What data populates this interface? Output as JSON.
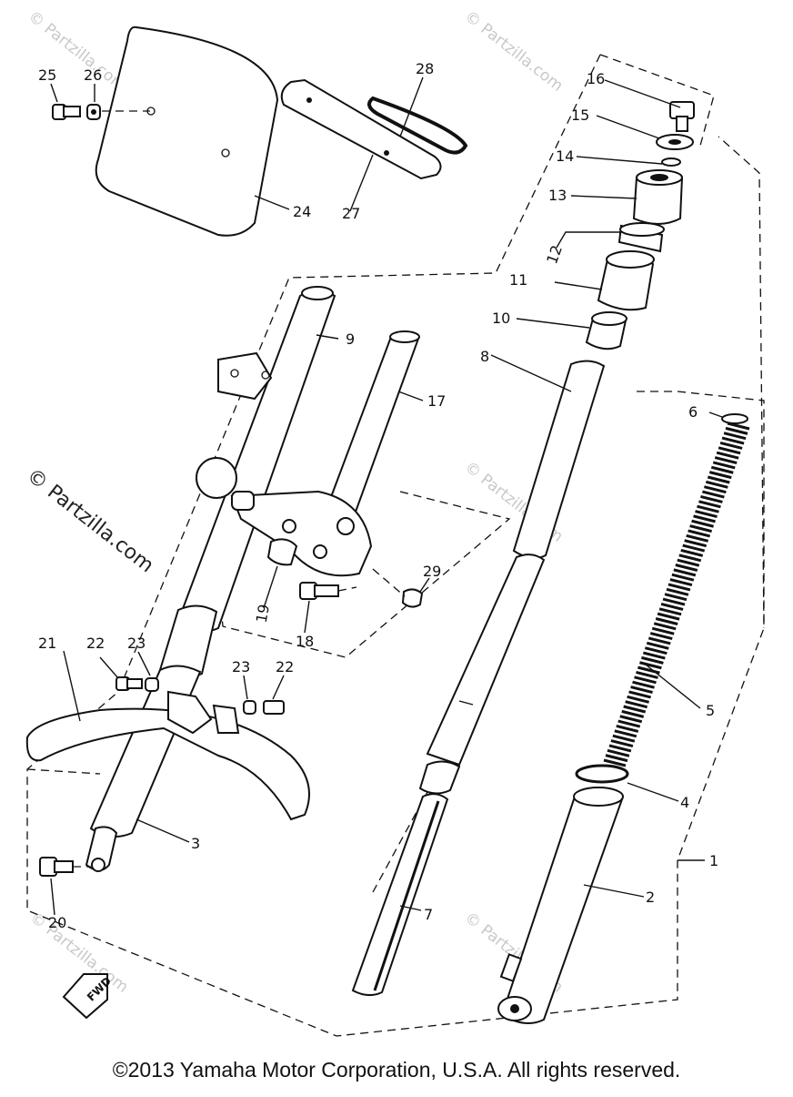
{
  "watermark": {
    "small": "© Partzilla.com",
    "large": "© Partzilla.com"
  },
  "callouts": {
    "1": "1",
    "2": "2",
    "3": "3",
    "4": "4",
    "5": "5",
    "6": "6",
    "7": "7",
    "8": "8",
    "9": "9",
    "10": "10",
    "11": "11",
    "12": "12",
    "13": "13",
    "14": "14",
    "15": "15",
    "16": "16",
    "17": "17",
    "18": "18",
    "19": "19",
    "20": "20",
    "21": "21",
    "22a": "22",
    "22b": "22",
    "23a": "23",
    "23b": "23",
    "24": "24",
    "25": "25",
    "26": "26",
    "27": "27",
    "28": "28",
    "29": "29"
  },
  "fwd_label": "FWD",
  "footer": {
    "copyright": "©2013 Yamaha Motor Corporation, U.S.A. All rights reserved."
  }
}
